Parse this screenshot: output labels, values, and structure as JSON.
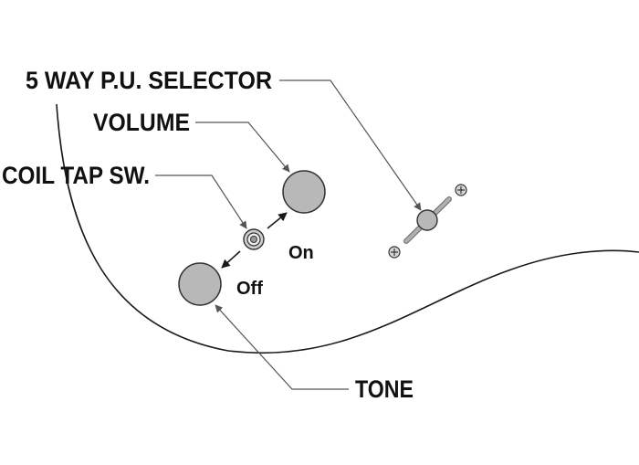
{
  "labels": {
    "selector": "5 WAY P.U. SELECTOR",
    "volume": "VOLUME",
    "coil_tap": "COIL TAP SW.",
    "on": "On",
    "off": "Off",
    "tone": "TONE"
  },
  "colors": {
    "line": "#1a1a1a",
    "leader": "#555555",
    "knob_fill": "#b8b8b8",
    "knob_stroke": "#333333",
    "text": "#111111"
  },
  "icons": {
    "knob": "round-knob",
    "switch": "coil-tap-switch",
    "selector": "pickup-selector-lever",
    "screw": "screw-icon"
  }
}
